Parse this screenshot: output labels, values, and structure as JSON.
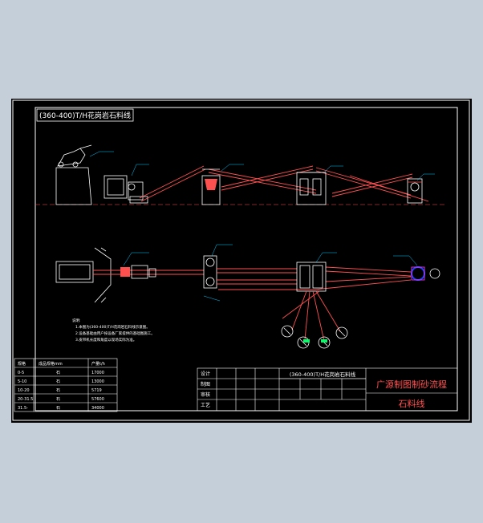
{
  "drawing": {
    "title_box": "(360-400)T/H花岗岩石料线",
    "company": "广源制图制砂流程",
    "subtitle": "石料线",
    "tb_line_name": "(360-400)T/H花岗岩石料线",
    "tb_rows": [
      "设计",
      "制图",
      "审核",
      "工艺"
    ],
    "notes": [
      "说明:",
      "1.本图为(360-400)T/H花岗岩石料线示意图。",
      "2.设备基础由用户按设备厂家提供的基础图施工。",
      "3.皮带机长度和角度以现场实际为准。"
    ],
    "product_table": {
      "header": [
        "规格",
        "成品规格mm",
        "产量t/h"
      ],
      "rows": [
        [
          "0-5",
          "石",
          "17000"
        ],
        [
          "5-10",
          "石",
          "13000"
        ],
        [
          "10-20",
          "石",
          "5719"
        ],
        [
          "20-31.5",
          "石",
          "57600"
        ],
        [
          "31.5-",
          "石",
          "34000"
        ]
      ]
    }
  },
  "colors": {
    "background": "#000000",
    "frame": "#ffffff",
    "conveyor": "#ff5050",
    "equipment": "#ffffff",
    "leader": "#00c8ff",
    "label": "#00ff66",
    "accent_blue": "#2040ff",
    "accent_magenta": "#ff40ff"
  }
}
